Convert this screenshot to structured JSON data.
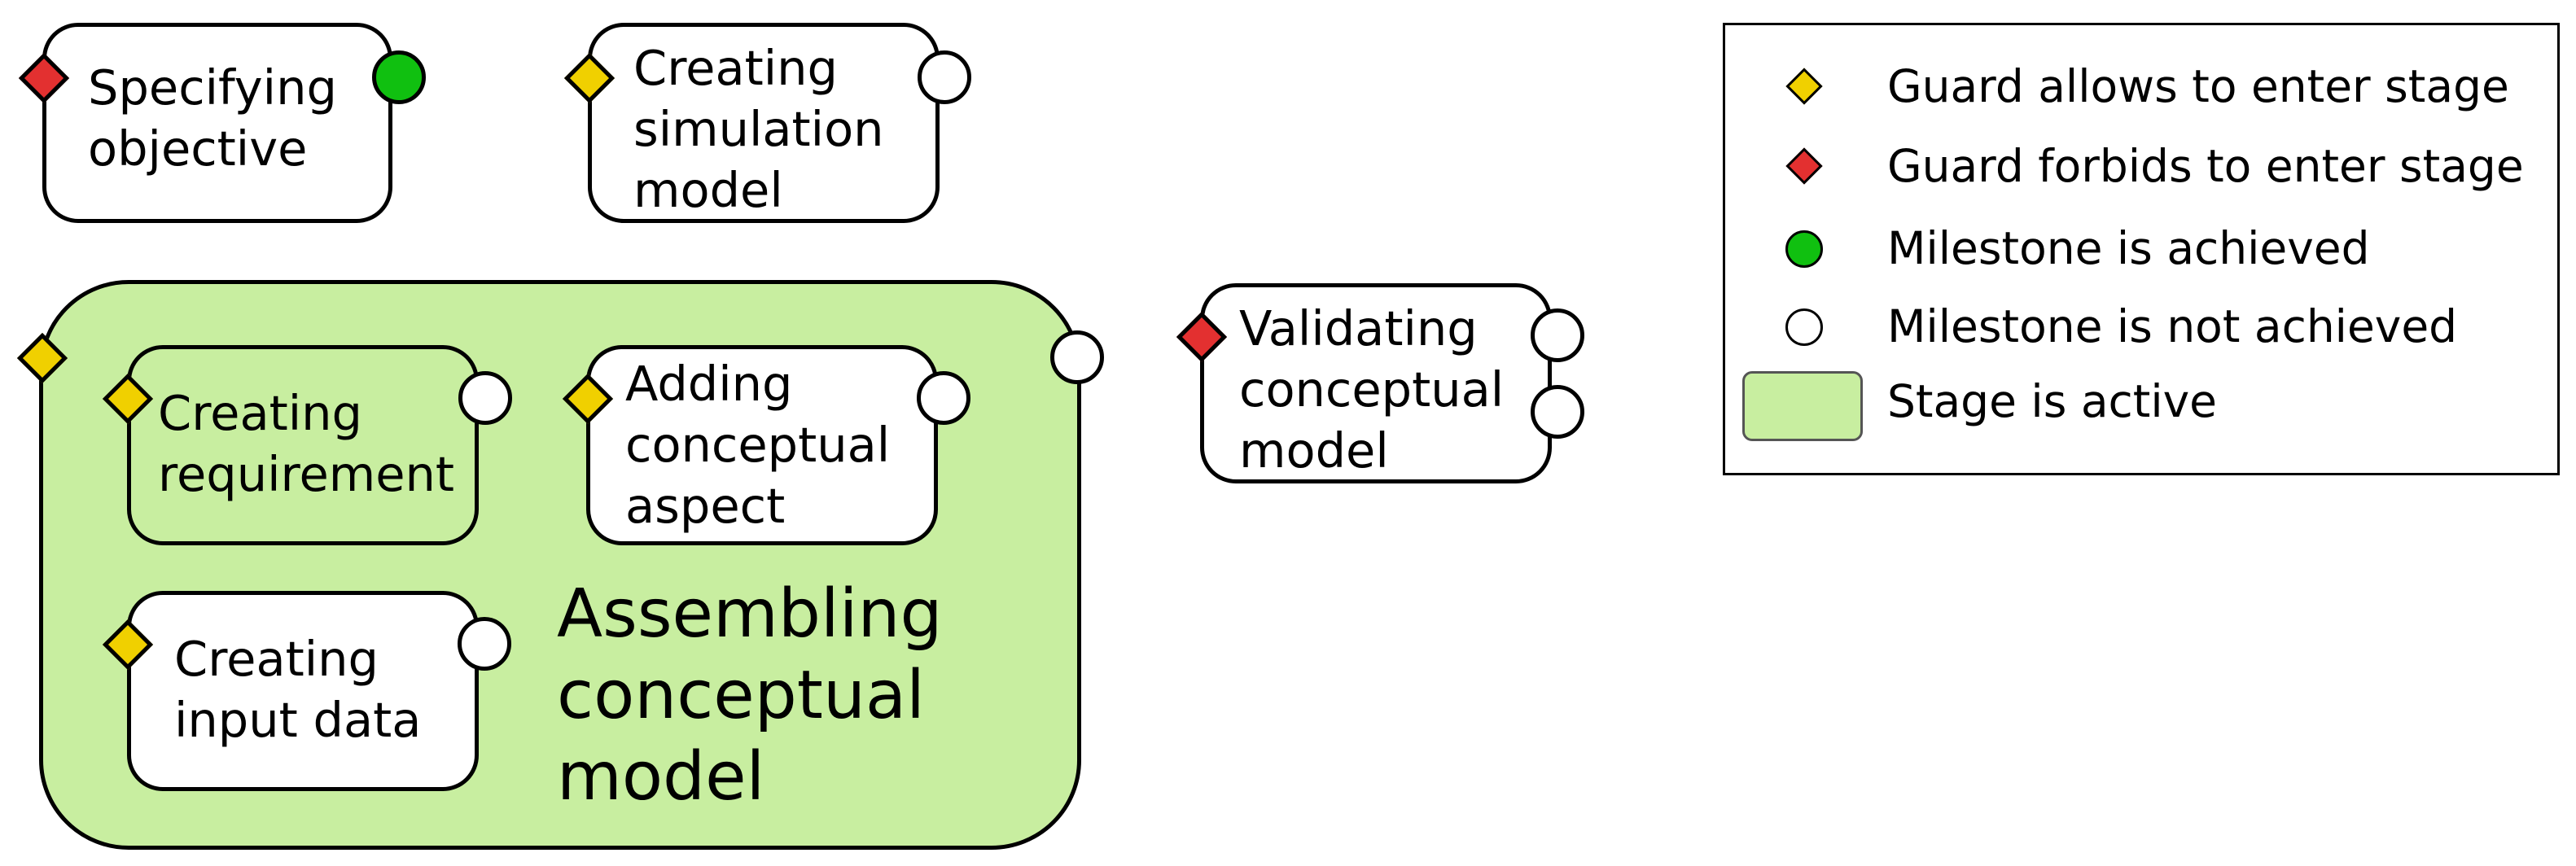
{
  "colors": {
    "guard_allows": "#f0d000",
    "guard_forbids": "#e33030",
    "milestone_achieved": "#10c010",
    "milestone_not_achieved": "#ffffff",
    "stage_active": "#c8eea0",
    "stage_inactive": "#ffffff"
  },
  "stages": {
    "specifying_objective": {
      "label": "Specifying\nobjective",
      "guard": "forbids",
      "milestones": [
        "achieved"
      ],
      "active": false
    },
    "creating_simulation_model": {
      "label": "Creating\nsimulation\nmodel",
      "guard": "allows",
      "milestones": [
        "not_achieved"
      ],
      "active": false
    },
    "assembling_conceptual_model": {
      "label": "Assembling\nconceptual\nmodel",
      "guard": "allows",
      "milestones": [
        "not_achieved"
      ],
      "active": true
    },
    "creating_requirement": {
      "label": "Creating\nrequirement",
      "guard": "allows",
      "milestones": [
        "not_achieved"
      ],
      "active": true
    },
    "adding_conceptual_aspect": {
      "label": "Adding\nconceptual\naspect",
      "guard": "allows",
      "milestones": [
        "not_achieved"
      ],
      "active": false
    },
    "creating_input_data": {
      "label": "Creating\ninput data",
      "guard": "allows",
      "milestones": [
        "not_achieved"
      ],
      "active": false
    },
    "validating_conceptual_model": {
      "label": "Validating\nconceptual\nmodel",
      "guard": "forbids",
      "milestones": [
        "not_achieved",
        "not_achieved"
      ],
      "active": false
    }
  },
  "legend": {
    "guard_allows": "Guard allows to enter stage",
    "guard_forbids": "Guard forbids to enter stage",
    "milestone_achieved": "Milestone is achieved",
    "milestone_not_achieved": "Milestone is not achieved",
    "stage_active": "Stage is active"
  }
}
